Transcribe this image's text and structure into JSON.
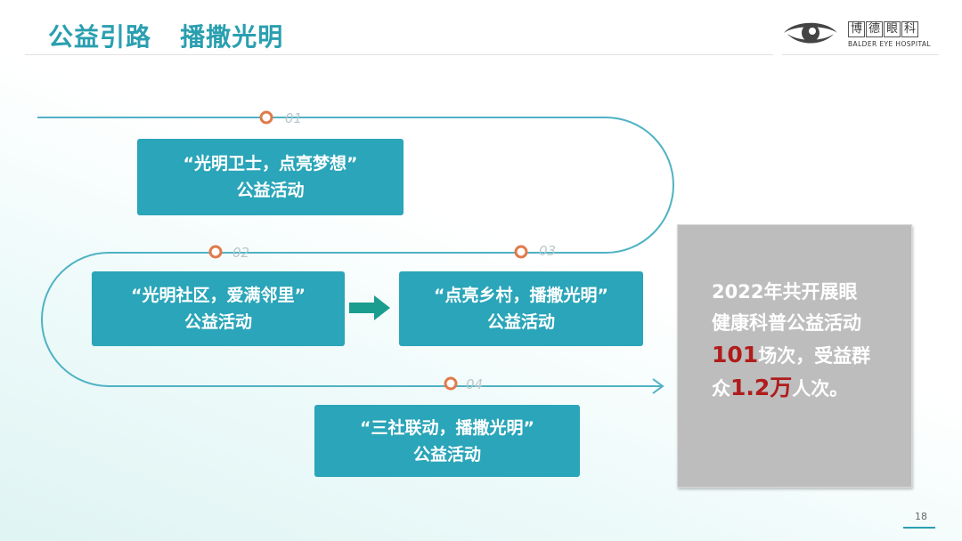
{
  "header": {
    "title": "公益引路   播撒光明"
  },
  "logo": {
    "icon": "eye-icon",
    "name_cn": [
      "博",
      "德",
      "眼",
      "科"
    ],
    "name_en": "BALDER EYE HOSPITAL"
  },
  "steps": [
    {
      "num": "01",
      "line1": "“光明卫士，点亮梦想”",
      "line2": "公益活动"
    },
    {
      "num": "02",
      "line1": "“光明社区，爱满邻里”",
      "line2": "公益活动"
    },
    {
      "num": "03",
      "line1": "“点亮乡村，播撒光明”",
      "line2": "公益活动"
    },
    {
      "num": "04",
      "line1": "“三社联动，播撒光明”",
      "line2": "公益活动"
    }
  ],
  "summary": {
    "line1": "2022年共开展眼",
    "line2": "健康科普公益活动",
    "count_value": "101",
    "count_unit": "场次，受益群",
    "line4_prefix": "众",
    "people_value": "1.2万",
    "line4_suffix": "人次。"
  },
  "colors": {
    "accent": "#2aa5b9",
    "title": "#2a9fb0",
    "path": "#4fb2c4",
    "marker": "#e07a4a",
    "highlight": "#b01c1c",
    "arrow": "#1a9d8f"
  },
  "footer": {
    "page_number": "18"
  }
}
